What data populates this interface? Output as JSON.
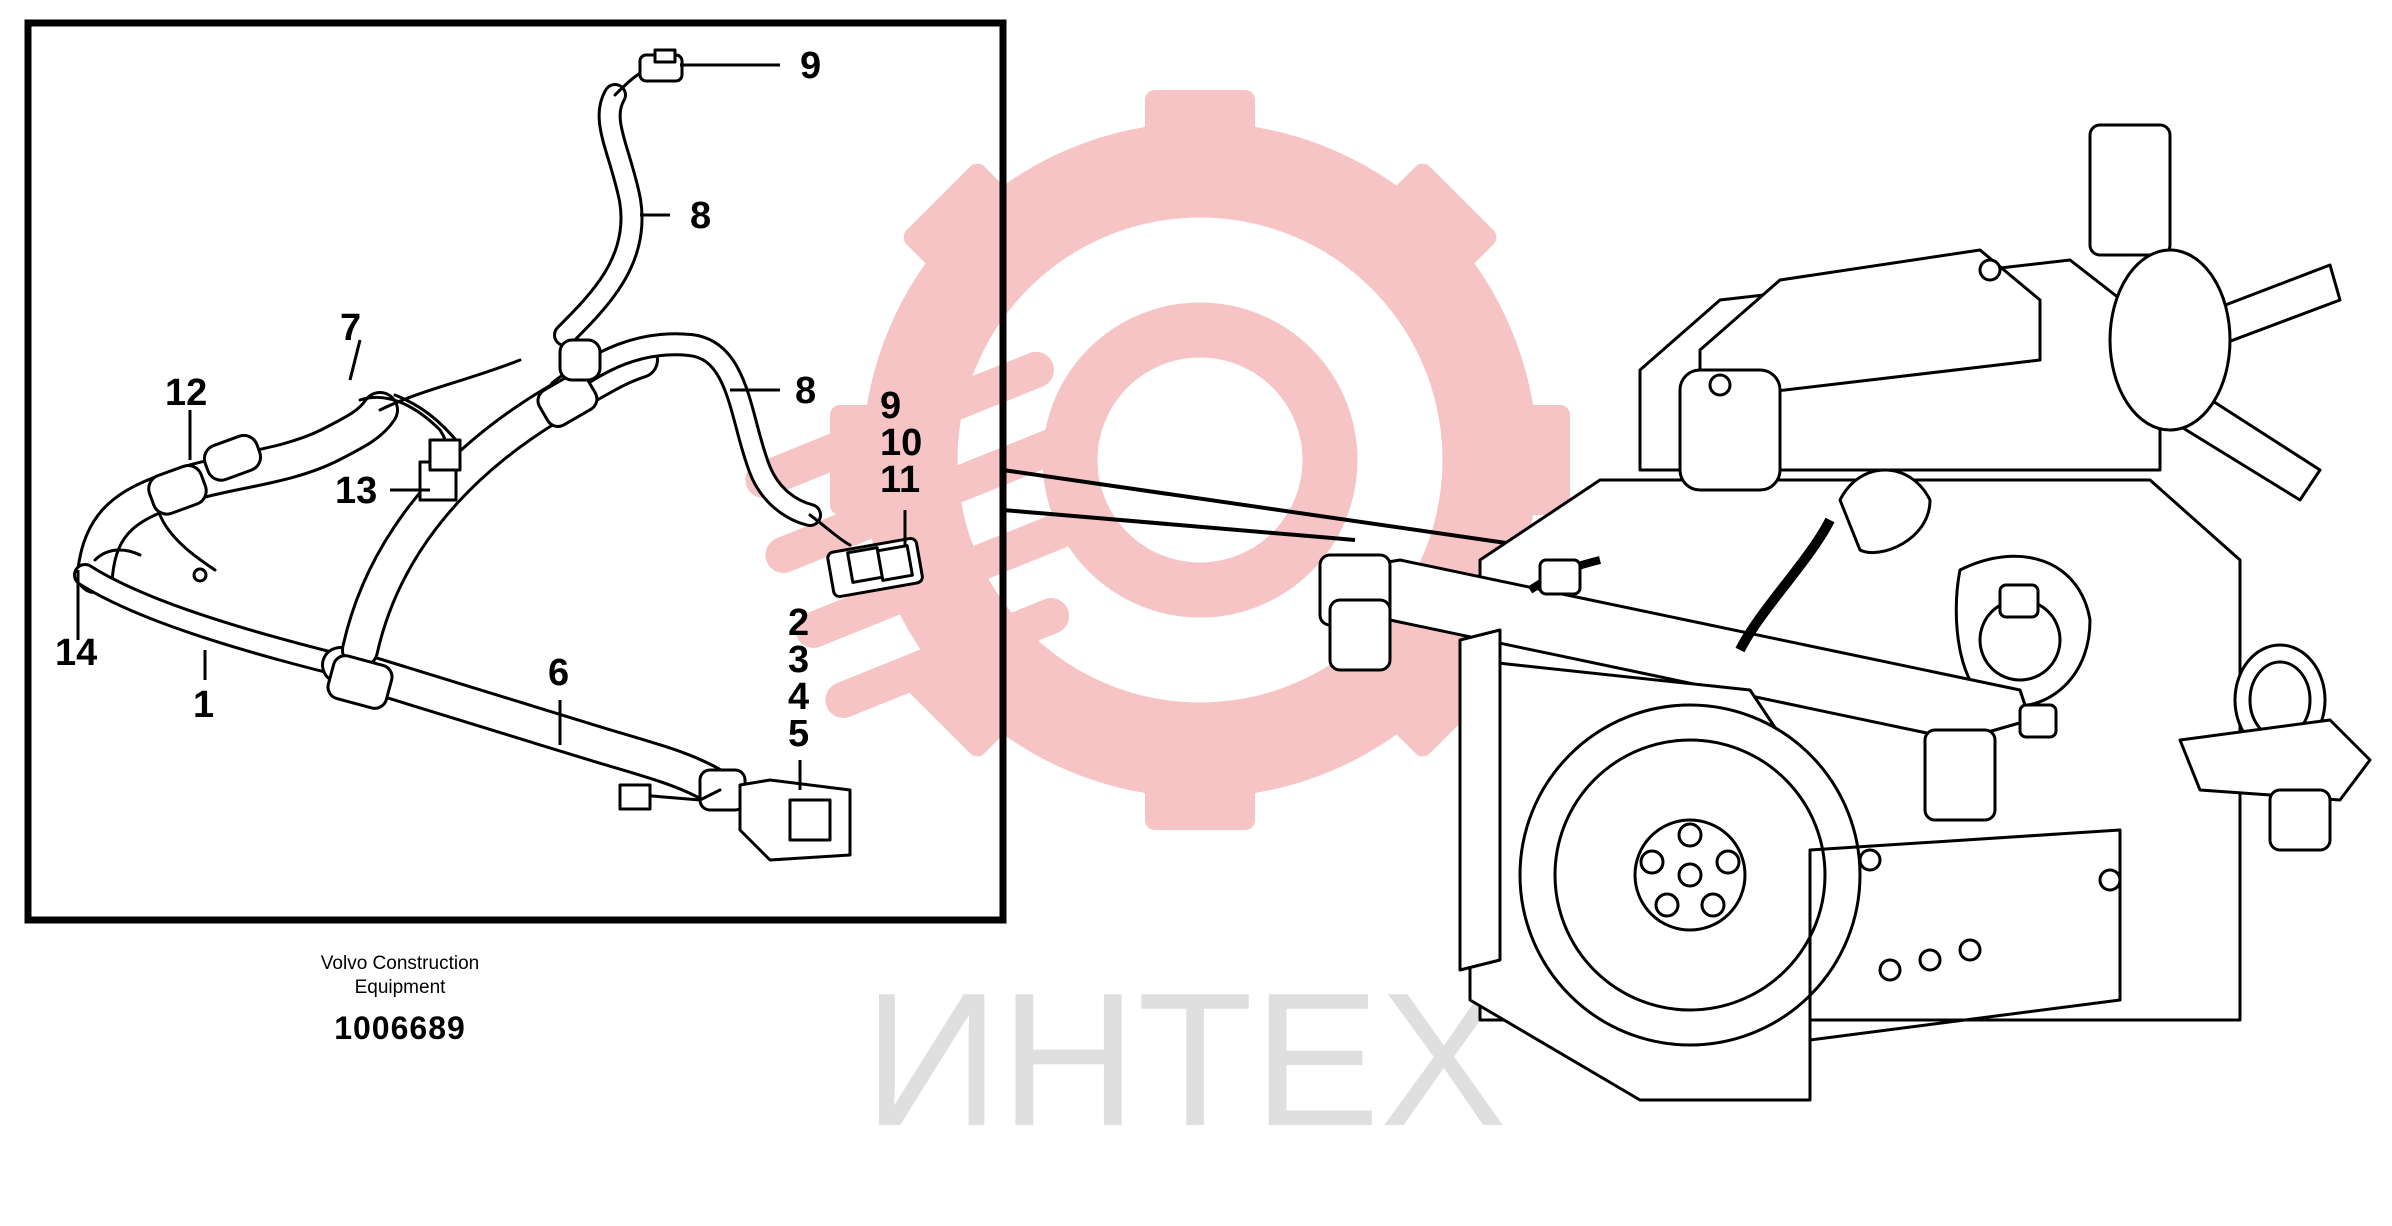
{
  "callouts": {
    "c1": "1",
    "c2": "2",
    "c3": "3",
    "c4": "4",
    "c5": "5",
    "c6": "6",
    "c7": "7",
    "c8a": "8",
    "c8b": "8",
    "c9a": "9",
    "c9b": "9",
    "c10": "10",
    "c11": "11",
    "c12": "12",
    "c13": "13",
    "c14": "14"
  },
  "caption": {
    "company_line1": "Volvo Construction",
    "company_line2": "Equipment",
    "drawing_number": "1006689"
  },
  "watermark": {
    "text": "ИНТЕХ",
    "logo_color": "#f1aaaa",
    "text_color": "#dcdcdc"
  }
}
